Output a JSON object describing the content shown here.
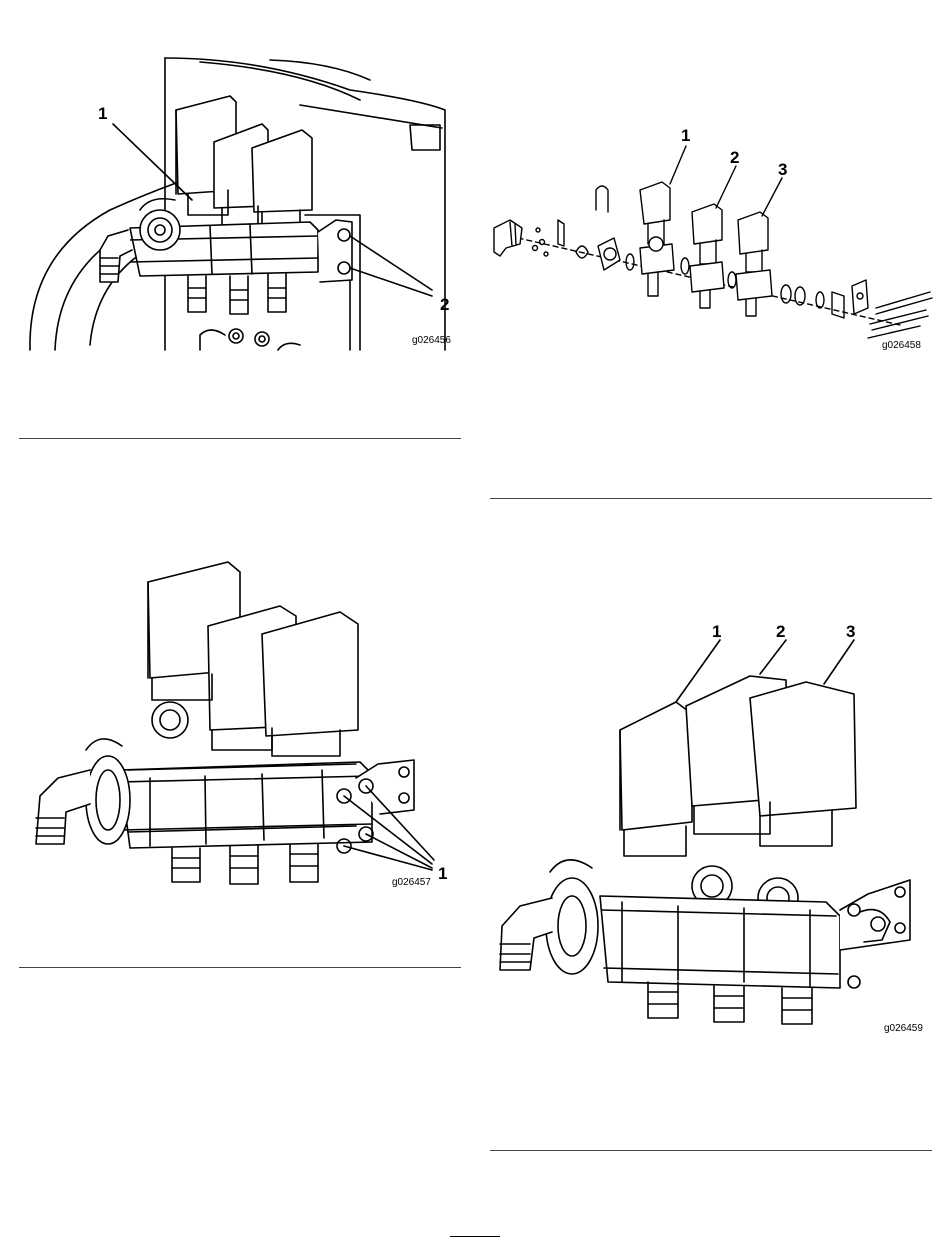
{
  "figures": [
    {
      "id": "g026456",
      "callouts": [
        "1",
        "2"
      ]
    },
    {
      "id": "g026458",
      "callouts": [
        "1",
        "2",
        "3"
      ]
    },
    {
      "id": "g026457",
      "callouts": [
        "1"
      ]
    },
    {
      "id": "g026459",
      "callouts": [
        "1",
        "2",
        "3"
      ]
    }
  ]
}
